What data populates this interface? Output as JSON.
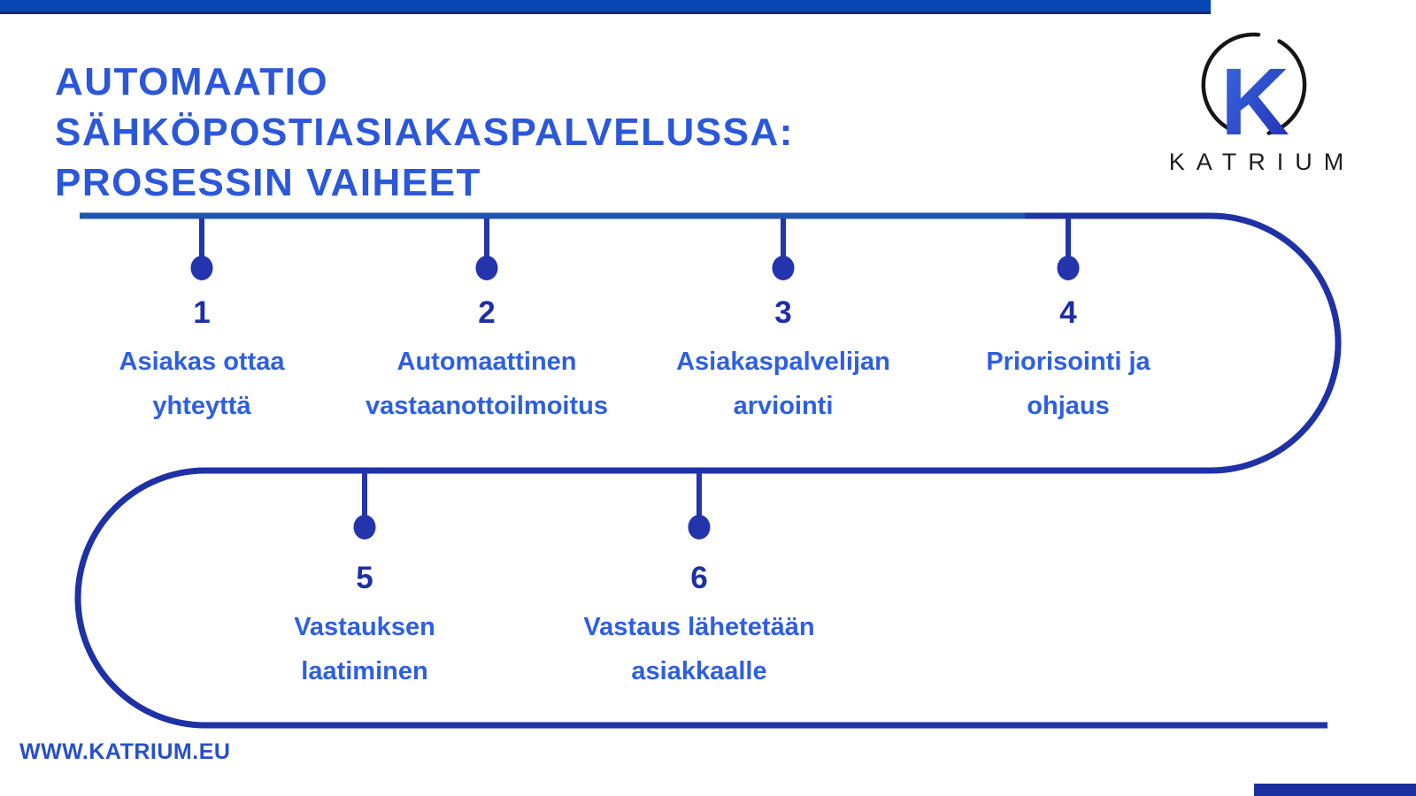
{
  "slide": {
    "title_lines": [
      "AUTOMAATIO",
      "SÄHKÖPOSTIASIAKASPALVELUSSA:",
      "PROSESSIN VAIHEET"
    ],
    "footer_url": "WWW.KATRIUM.EU"
  },
  "logo": {
    "monogram": "K",
    "wordmark": "KATRIUM"
  },
  "timeline": {
    "steps": [
      {
        "number": "1",
        "line1": "Asiakas ottaa",
        "line2": "yhteyttä"
      },
      {
        "number": "2",
        "line1": "Automaattinen",
        "line2": "vastaanottoilmoitus"
      },
      {
        "number": "3",
        "line1": "Asiakaspalvelijan",
        "line2": "arviointi"
      },
      {
        "number": "4",
        "line1": "Priorisointi ja",
        "line2": "ohjaus"
      },
      {
        "number": "5",
        "line1": "Vastauksen",
        "line2": "laatiminen"
      },
      {
        "number": "6",
        "line1": "Vastaus lähetetään",
        "line2": "asiakkaalle"
      }
    ]
  },
  "colors": {
    "top_bar": "#0847b4",
    "top_bar_edge": "#15277d",
    "title_text": "#2b57d9",
    "step_number": "#1e2fa6",
    "step_text": "#2e5fe3",
    "track_light": "#1f55b0",
    "track_navy": "#1e31a5",
    "node_dot": "#2334ad",
    "bottom_bar": "#1b2f9e",
    "footer_text": "#2750c8",
    "logo_ring": "#161616",
    "logo_wordmark": "#1e1e1e",
    "logo_k_top": "#3a6ce0",
    "logo_k_bottom": "#2330b5"
  }
}
